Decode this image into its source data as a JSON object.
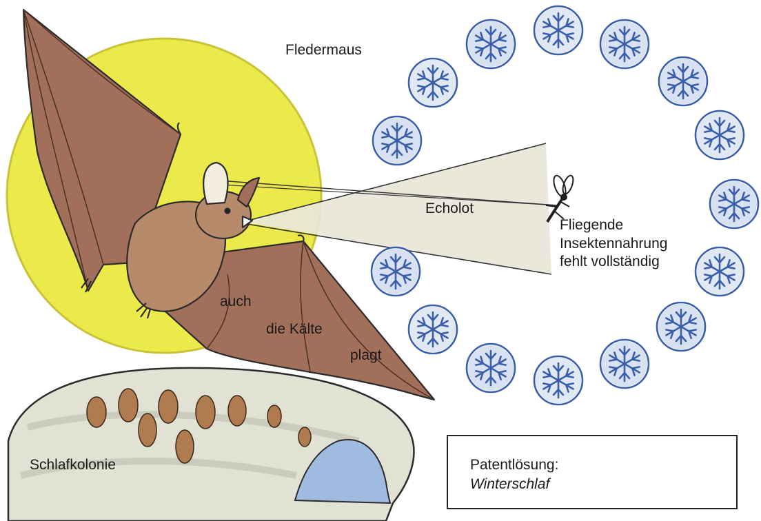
{
  "title": "Fledermaus",
  "beam_label": "Echolot",
  "insect_note": [
    "Fliegende",
    "Insektennahrung",
    "fehlt vollständig"
  ],
  "wing_text": [
    "auch",
    "die Kälte",
    "plagt"
  ],
  "cave_label": "Schlafkolonie",
  "solution": {
    "label": "Patentlösung:",
    "value": "Winterschlaf"
  },
  "icons": {
    "moon": "full-moon",
    "bat": "flying-bat",
    "insect": "mosquito",
    "snowflake": "snowflake",
    "cave": "cave",
    "roosting_bats": "hanging-bats"
  },
  "colors": {
    "moon": "#ece94a",
    "moon_edge": "#c9c33a",
    "bat_wing": "#a2705a",
    "bat_wing_dark": "#8a5a46",
    "bat_body": "#b78a6c",
    "beam": "#e8e6d8",
    "snowflake_bg": "#ffffff",
    "snowflake_blue": "#3b5ea8",
    "cave_rock": "#e2e2d4",
    "cave_water": "#9fbbe0",
    "roosting_bat": "#b07b4f",
    "ink": "#1a1a1a"
  }
}
